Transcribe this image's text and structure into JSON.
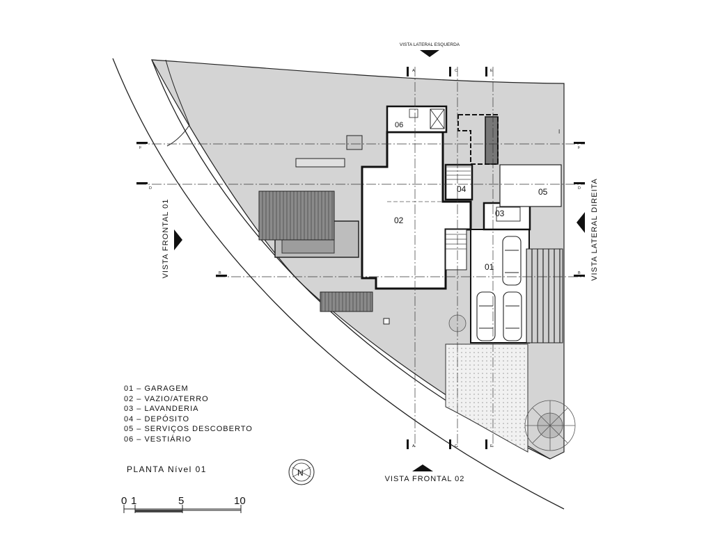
{
  "title": "PLANTA Nível 01",
  "views": {
    "top": "VISTA LATERAL ESQUERDA",
    "left": "VISTA FRONTAL 01",
    "right": "VISTA LATERAL DIREITA",
    "bottom": "VISTA FRONTAL 02"
  },
  "section_marks": {
    "a": "A",
    "c": "C",
    "e": "E",
    "f": "F",
    "d": "D",
    "b": "B",
    "i": "I"
  },
  "room_tags": {
    "r01": "01",
    "r02": "02",
    "r03": "03",
    "r04": "04",
    "r05": "05",
    "r06": "06"
  },
  "legend": [
    "01 – GARAGEM",
    "02 – VAZIO/ATERRO",
    "03 – LAVANDERIA",
    "04 – DEPÓSITO",
    "05 – SERVIÇOS DESCOBERTO",
    "06 – VESTIÁRIO"
  ],
  "scale": {
    "zero": "0",
    "one": "1",
    "five": "5",
    "ten": "10"
  },
  "north": "N"
}
